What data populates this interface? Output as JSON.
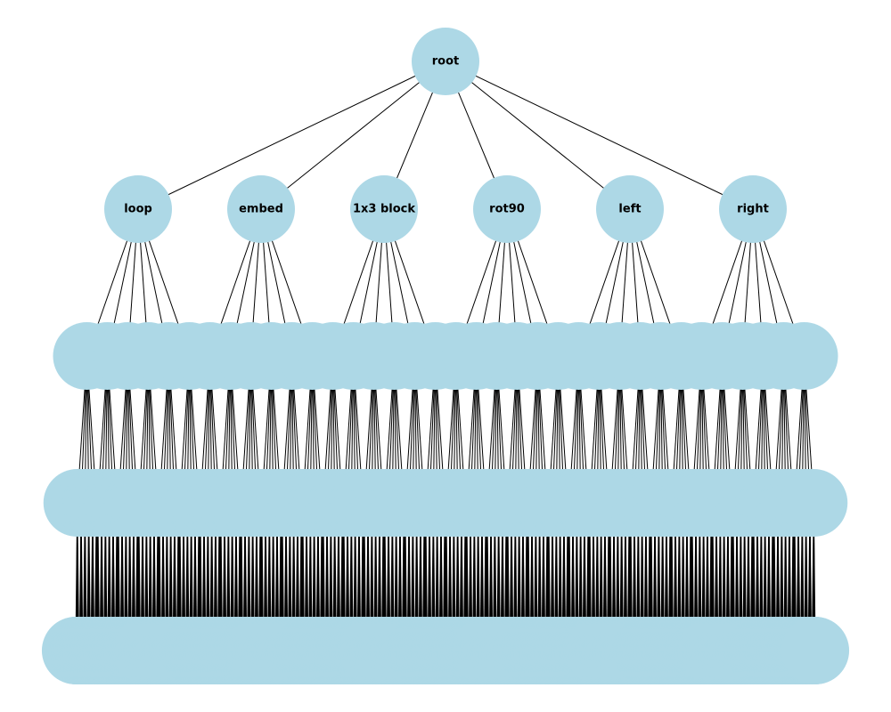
{
  "tree": {
    "node_color": "#add8e6",
    "edge_color": "#000000",
    "label_color": "#000000",
    "root": {
      "label": "root"
    },
    "level1": [
      {
        "label": "loop"
      },
      {
        "label": "embed"
      },
      {
        "label": "1x3 block"
      },
      {
        "label": "rot90"
      },
      {
        "label": "left"
      },
      {
        "label": "right"
      }
    ],
    "level2_children_per_node": 6,
    "level3_children_per_node": 6,
    "level4_children_per_node": 6
  }
}
